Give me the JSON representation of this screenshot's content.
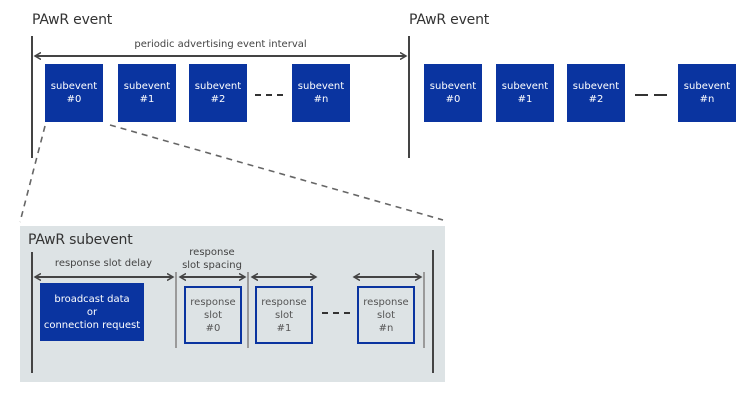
{
  "top_left": {
    "title": "PAwR event",
    "interval_label": "periodic advertising event interval",
    "subevents": [
      {
        "line1": "subevent",
        "line2": "#0"
      },
      {
        "line1": "subevent",
        "line2": "#1"
      },
      {
        "line1": "subevent",
        "line2": "#2"
      },
      {
        "line1": "subevent",
        "line2": "#n"
      }
    ]
  },
  "top_right": {
    "title": "PAwR event",
    "subevents": [
      {
        "line1": "subevent",
        "line2": "#0"
      },
      {
        "line1": "subevent",
        "line2": "#1"
      },
      {
        "line1": "subevent",
        "line2": "#2"
      },
      {
        "line1": "subevent",
        "line2": "#n"
      }
    ]
  },
  "subevent_detail": {
    "title": "PAwR subevent",
    "delay_label": "response slot delay",
    "spacing_label_line1": "response",
    "spacing_label_line2": "slot spacing",
    "broadcast": {
      "line1": "broadcast data",
      "line2": "or",
      "line3": "connection request"
    },
    "slots": [
      {
        "line1": "response",
        "line2": "slot",
        "line3": "#0"
      },
      {
        "line1": "response",
        "line2": "slot",
        "line3": "#1"
      },
      {
        "line1": "response",
        "line2": "slot",
        "line3": "#n"
      }
    ]
  },
  "colors": {
    "subevent_fill": "#0a34a0",
    "panel_bg": "#dde3e5",
    "line_dark": "#444444",
    "line_gray": "#9a9a9a"
  }
}
